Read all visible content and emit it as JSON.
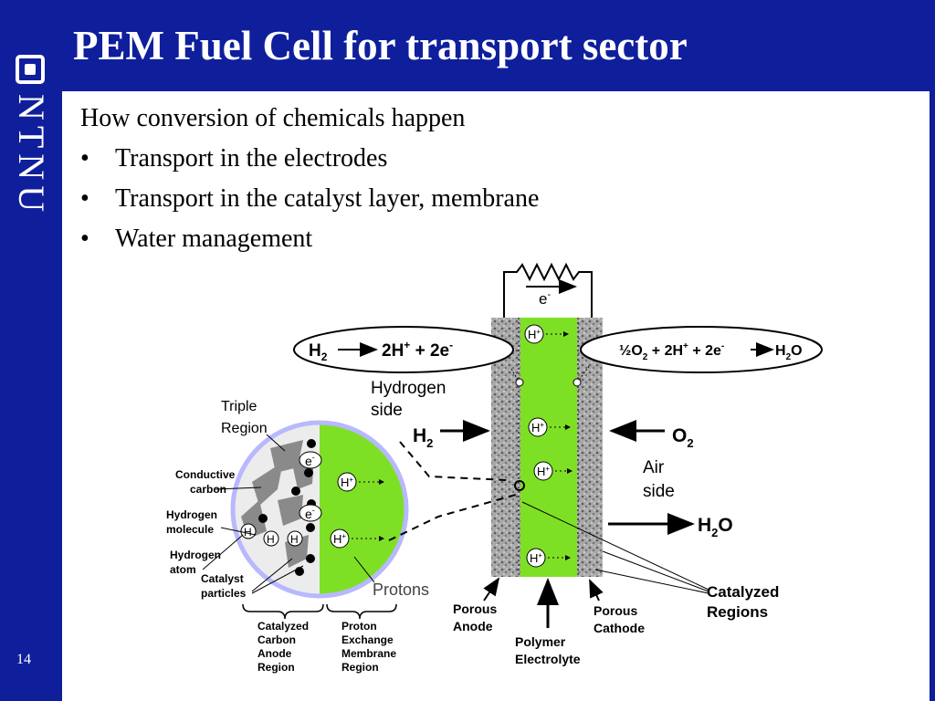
{
  "slide": {
    "title": "PEM Fuel Cell for transport sector",
    "logo_text": "NTNU",
    "page_number": "14",
    "intro": "How conversion of chemicals happen",
    "bullets": [
      "Transport in the electrodes",
      "Transport in the catalyst layer, membrane",
      "Water management"
    ]
  },
  "colors": {
    "brand_blue": "#0f1f9c",
    "membrane_green": "#7ee024",
    "electrode_gray": "#9a9a9a"
  },
  "diagram": {
    "electron": "e",
    "electron_sup": "-",
    "anode_eq": {
      "left": "H",
      "left_sub": "2",
      "right": "2H",
      "right_sup": "+",
      "tail": " + 2e",
      "tail_sup": "-"
    },
    "cathode_eq": {
      "frac": "½O",
      "frac_sub": "2",
      "mid": " + 2H",
      "mid_sup": "+",
      "tail": " + 2e",
      "tail_sup": "-",
      "product": "H",
      "product_sub": "2",
      "product_end": "O"
    },
    "hydrogen_side": [
      "Hydrogen",
      "side"
    ],
    "air_side": [
      "Air",
      "side"
    ],
    "h2_in": {
      "base": "H",
      "sub": "2"
    },
    "o2_in": {
      "base": "O",
      "sub": "2"
    },
    "h2o_out": {
      "base": "H",
      "sub": "2",
      "end": "O"
    },
    "proton": "H",
    "proton_sup": "+",
    "h_atom": "H",
    "triple_region": [
      "Triple",
      "Region"
    ],
    "conductive_carbon": [
      "Conductive",
      "carbon"
    ],
    "hydrogen_molecule": [
      "Hydrogen",
      "molecule"
    ],
    "hydrogen_atom": [
      "Hydrogen",
      "atom"
    ],
    "catalyst_particles": [
      "Catalyst",
      "particles"
    ],
    "protons": "Protons",
    "catalyzed_carbon": [
      "Catalyzed",
      "Carbon",
      "Anode",
      "Region"
    ],
    "proton_exchange": [
      "Proton",
      "Exchange",
      "Membrane",
      "Region"
    ],
    "porous_anode": [
      "Porous",
      "Anode"
    ],
    "polymer_electrolyte": [
      "Polymer",
      "Electrolyte"
    ],
    "porous_cathode": [
      "Porous",
      "Cathode"
    ],
    "catalyzed_regions": [
      "Catalyzed",
      "Regions"
    ]
  }
}
